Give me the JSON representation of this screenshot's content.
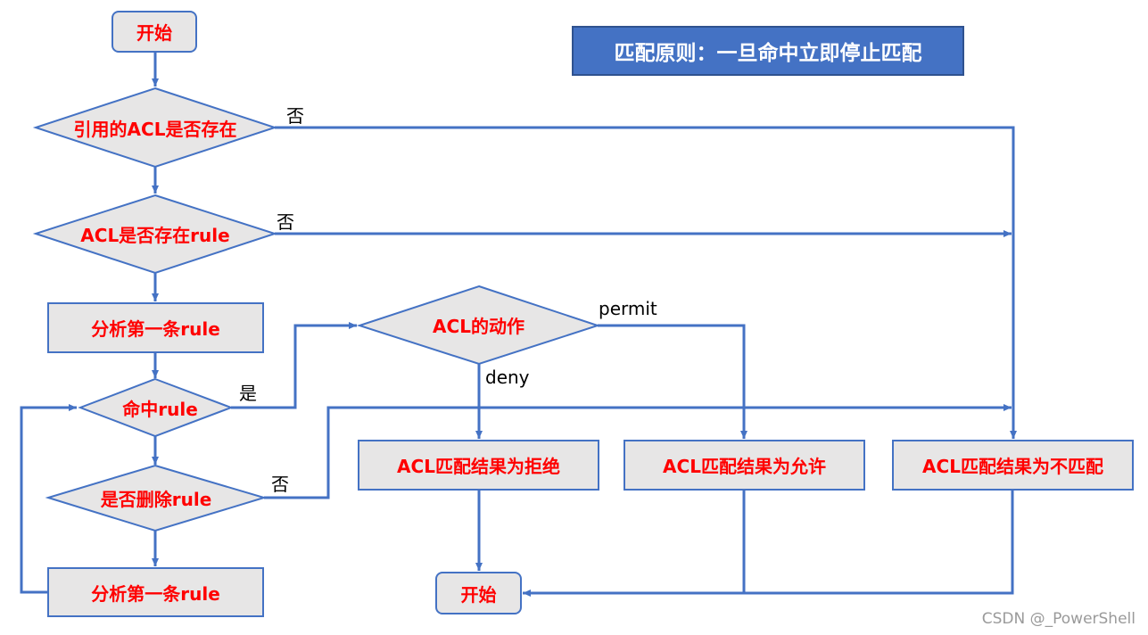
{
  "banner": "匹配原则：一旦命中立即停止匹配",
  "nodes": {
    "start": "开始",
    "acl_exists": "引用的ACL是否存在",
    "rule_exists": "ACL是否存在rule",
    "analyze_first_1": "分析第一条rule",
    "hit_rule": "命中rule",
    "delete_rule": "是否删除rule",
    "analyze_first_2": "分析第一条rule",
    "acl_action": "ACL的动作",
    "result_deny": "ACL匹配结果为拒绝",
    "result_permit": "ACL匹配结果为允许",
    "result_nomatch": "ACL匹配结果为不匹配",
    "end": "开始"
  },
  "edge_labels": {
    "acl_exists_no": "否",
    "rule_exists_no": "否",
    "hit_yes": "是",
    "delete_no": "否",
    "permit": "permit",
    "deny": "deny"
  },
  "watermark": "CSDN @_PowerShell",
  "colors": {
    "line": "#4472c4",
    "node_fill": "#e7e6e6",
    "node_text": "#ff0000",
    "banner_fill": "#4472c4",
    "banner_text": "#ffffff"
  }
}
